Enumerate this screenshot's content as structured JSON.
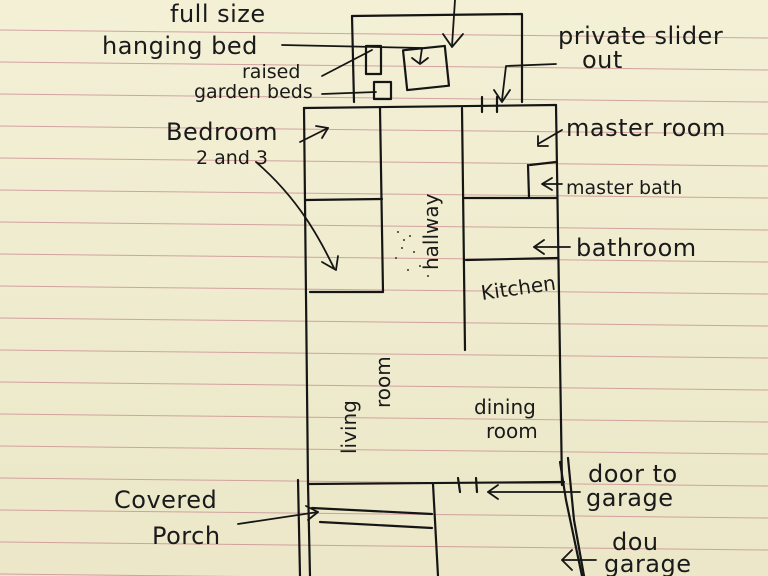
{
  "labels": {
    "full_size": "full size",
    "hanging_bed": "hanging bed",
    "raised": "raised",
    "garden_beds": "garden beds",
    "private_slider": "private slider",
    "out": "out",
    "bedroom": "Bedroom",
    "bedroom_2_3": "2 and 3",
    "master_room": "master room",
    "master_bath": "master bath",
    "bathroom": "bathroom",
    "hallway": "hallway",
    "kitchen": "Kitchen",
    "living": "living",
    "room_living": "room",
    "dining": "dining",
    "room_dining": "room",
    "door_to": "door to",
    "garage_door": "garage",
    "covered": "Covered",
    "porch": "Porch",
    "dou": "dou",
    "garage": "garage"
  }
}
